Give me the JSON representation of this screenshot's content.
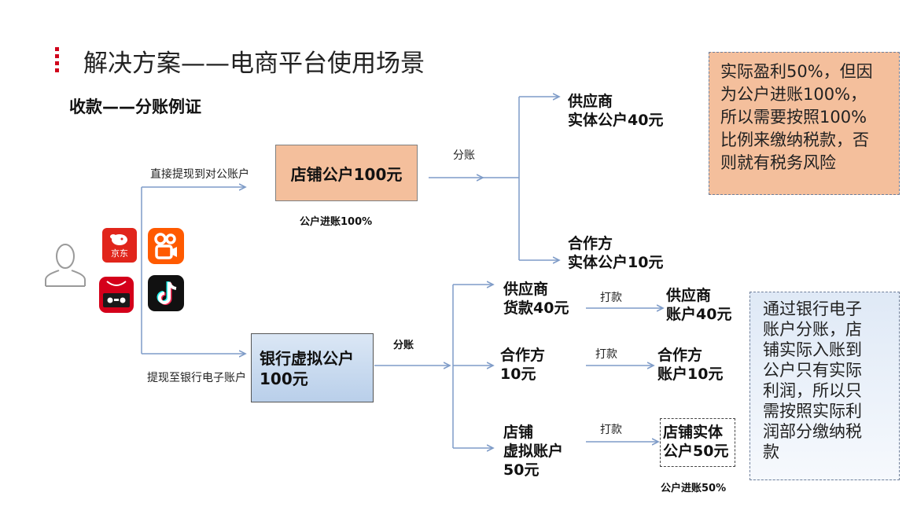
{
  "title": "解决方案——电商平台使用场景",
  "subtitle": "收款——分账例证",
  "left_branch": {
    "top_label": "直接提现到对公账户",
    "bottom_label": "提现至银行电子账户"
  },
  "platforms": {
    "jd_text": "京东",
    "icons": [
      "user-silhouette-icon",
      "jd-dog-icon",
      "kuaishou-icon",
      "tmall-icon",
      "douyin-icon"
    ]
  },
  "store_box": {
    "label": "店铺公户100元",
    "caption": "公户进账100%",
    "split_label": "分账",
    "targets": [
      {
        "line1": "供应商",
        "line2": "实体公户40元"
      },
      {
        "line1": "合作方",
        "line2": "实体公户10元"
      }
    ]
  },
  "virtual_box": {
    "line1": "银行虚拟公户",
    "line2": "100元",
    "split_label": "分账",
    "rows": [
      {
        "source": [
          "供应商",
          "货款40元"
        ],
        "pay_label": "打款",
        "target": [
          "供应商",
          "账户40元"
        ]
      },
      {
        "source": [
          "合作方",
          "10元"
        ],
        "pay_label": "打款",
        "target": [
          "合作方",
          "账户10元"
        ]
      },
      {
        "source": [
          "店铺",
          "虚拟账户",
          "50元"
        ],
        "pay_label": "打款",
        "target": [
          "店铺实体",
          "公户50元"
        ]
      }
    ],
    "caption": "公户进账50%"
  },
  "notes": {
    "top": [
      "实际盈利50%，但因",
      "为公户进账100%，",
      "所以需要按照100%",
      "比例来缴纳税款，否",
      "则就有税务风险"
    ],
    "bottom": [
      "通过银行电子",
      "账户分账，店",
      "铺实际入账到",
      "公户只有实际",
      "利润，所以只",
      "需按照实际利",
      "润部分缴纳税",
      "款"
    ]
  },
  "colors": {
    "accent_red": "#d0021b",
    "store_fill": "#f4bf9c",
    "virtual_fill": "#b9cfea",
    "arrow": "#7f9cc8"
  }
}
